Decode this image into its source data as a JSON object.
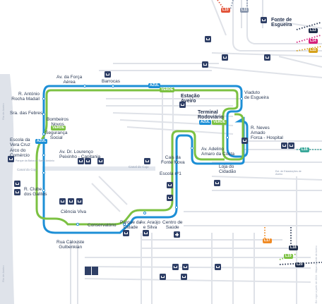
{
  "stations": {
    "av_forca_aerea": "Av. da Força\nAérea",
    "barrocas": "Barrocas",
    "r_antonio_rocha_madail": "R. António\nRocha Madail",
    "sra_febres": "Sra. das Febres",
    "bombeiros_novos": "Bombeiros\nNovos",
    "seguranca_social": "Segurança\nSocial",
    "escola_vera_cruz": "Escola da\nVera Cruz",
    "arco_comercio": "Arco do\nComércio",
    "av_dr_lourenco_peixinho": "Av. Dr. Lourenço\nPeixinho - Capitania",
    "r_clube_galitos": "R. Clube\ndos Galitos",
    "ciencia_viva": "Ciência Viva",
    "conservatorio": "Conservatório",
    "rua_calouste": "Rua Calouste\nGulbenkian",
    "parque_cidade": "Parque da\nCidade",
    "av_araujo_silva": "Av. Araújo\ne Silva",
    "centro_saude": "Centro de\nSaúde",
    "cais_fonte_nova": "Cais da\nFonte Nova",
    "escola_no1": "Escola nº1",
    "av_adelino_amaro_costa": "Av. Adelino\nAmaro da Costa",
    "loja_cidadao": "Loja do\nCidadão",
    "forca_hospital": "Forca - Hospital",
    "r_neves_amado": "R. Neves\nAmado",
    "viaduto_esgueira": "Viaduto\nde Esgueira",
    "estacao_aveiro": "Estação\nAveiro",
    "terminal_rodoviario": "Terminal\nRodoviário",
    "fonte_esgueira": "Fonte de\nEsgueira"
  },
  "chips": {
    "azul": "AZUL",
    "verde": "VERDE",
    "l10": "L10",
    "l11": "L11",
    "l13": "L13",
    "l14": "L14",
    "l15": "L15",
    "l16": "L16",
    "l17": "L17",
    "l18": "L18",
    "l19": "L19",
    "l20": "L20"
  },
  "misc": {
    "canal_cojo": "Canal do Cojo",
    "canal_pir": "Canal do Cojo",
    "parque": "Parque da Baixa de Santo António",
    "ria": "Ria de Aveiro",
    "rio": "Rio de Aveiro",
    "estacao_note": "Est. de Estaduições de Aveiro",
    "side_note": "Em vigor a partir de 2024 · Mapa da rede de Aveiro"
  },
  "colors": {
    "azul": "#1d8fd6",
    "verde": "#7cc142",
    "network": "#dfe2e8",
    "water": "#dde2ea",
    "icon": "#2f3f66"
  }
}
